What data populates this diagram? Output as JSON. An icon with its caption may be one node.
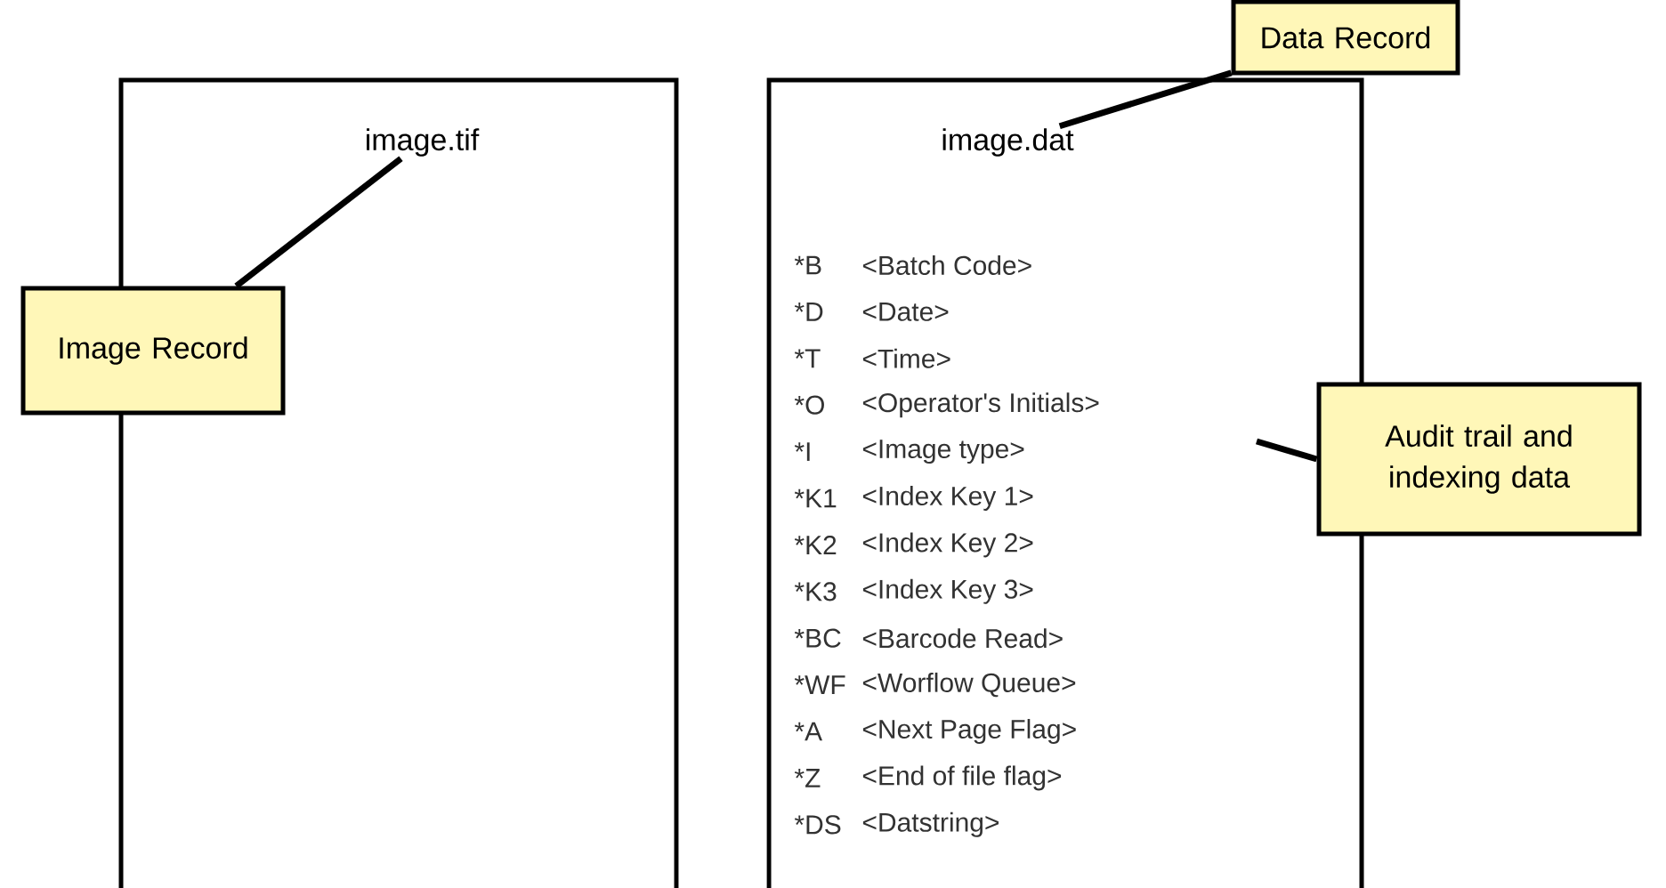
{
  "diagram": {
    "nodes": [
      {
        "text": [],
        "shape": "box"
      },
      {
        "text": [
          "image.tif"
        ],
        "in": 0
      },
      {
        "text": [
          "Image Record"
        ]
      },
      {
        "text": [],
        "shape": "box"
      },
      {
        "text": [
          "Data Record"
        ]
      },
      {
        "text": [
          "image.dat"
        ],
        "in": 3
      },
      {
        "text": [
          "Audit trail and indexing data"
        ]
      }
    ],
    "edges": [
      {
        "from": 2,
        "to": 1,
        "arrow": "none"
      },
      {
        "from": 4,
        "to": 5,
        "arrow": "none"
      },
      {
        "from": 6,
        "to": null,
        "arrow": "none"
      }
    ],
    "labels": [
      "*B",
      "<Batch Code>",
      "*D",
      "<Date>",
      "*T",
      "<Time>",
      "*O",
      "<Operator's Initials>",
      "*I",
      "<Image type>",
      "*K1",
      "<Index Key 1>",
      "*K2",
      "<Index Key 2>",
      "*K3",
      "<Index Key 3>",
      "*BC",
      "<Barcode Read>",
      "*WF",
      "<Worflow Queue>",
      "*A",
      "<Next Page Flag>",
      "*Z",
      "<End of file flag>",
      "*DS",
      "<Datstring>"
    ]
  }
}
